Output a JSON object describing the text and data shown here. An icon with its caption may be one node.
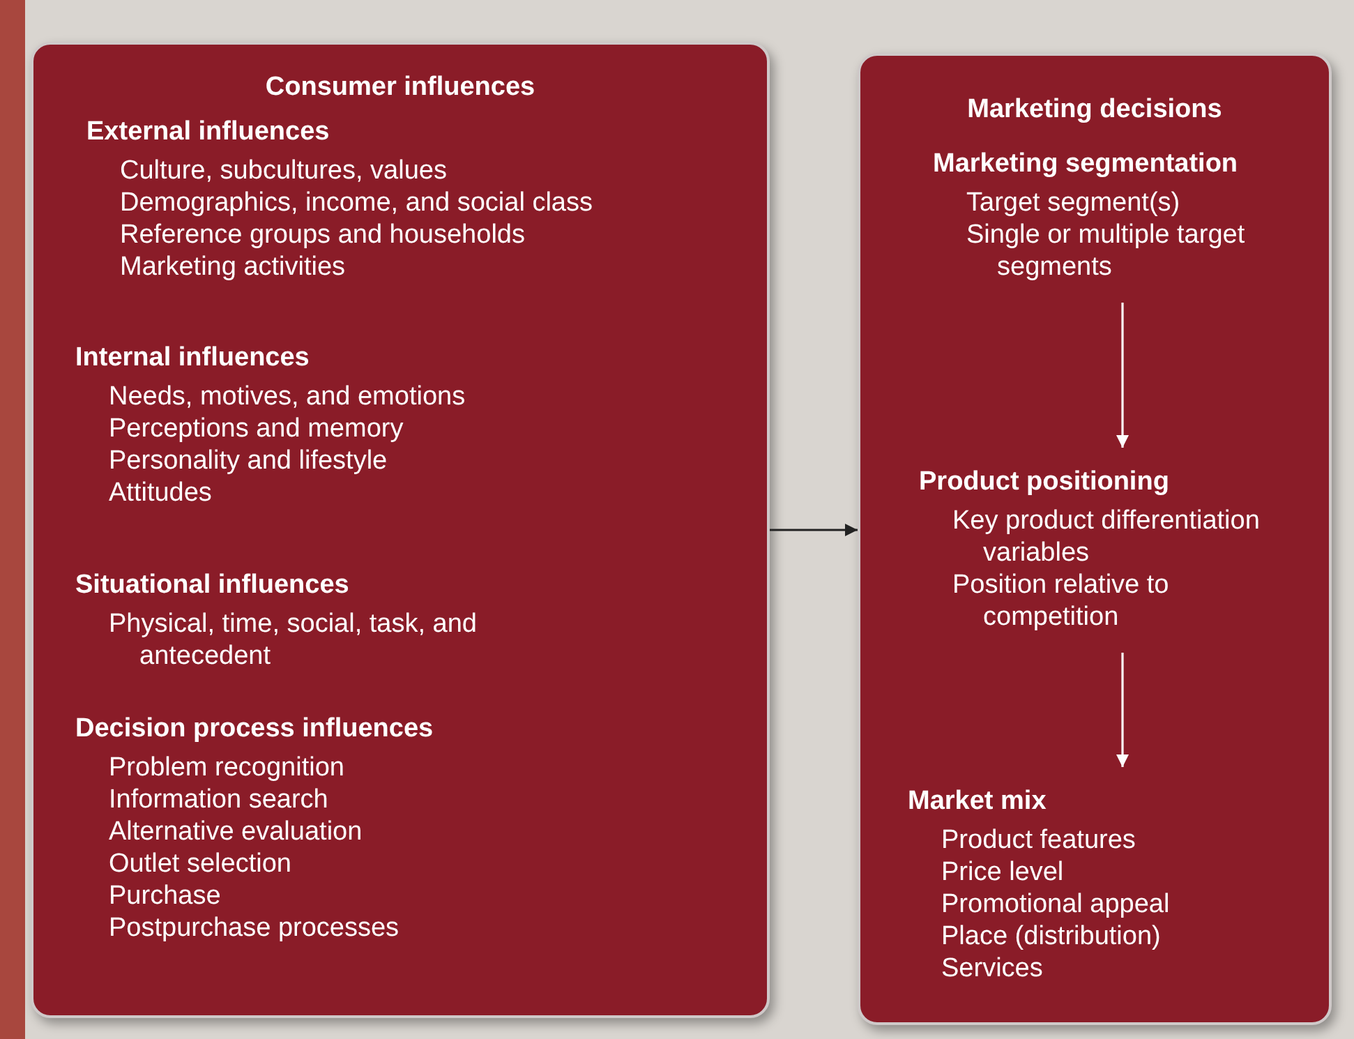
{
  "diagram": {
    "nodes": [
      {
        "text": [
          "Consumer influences"
        ]
      },
      {
        "text": [
          "External influences",
          "Culture, subcultures, values",
          "Demographics, income, and social class",
          "Reference groups and households",
          "Marketing activities"
        ],
        "in": 0
      },
      {
        "text": [
          "Internal influences",
          "Needs, motives, and emotions",
          "Perceptions and memory",
          "Personality and lifestyle",
          "Attitudes"
        ],
        "in": 0
      },
      {
        "text": [
          "Situational influences",
          "Physical, time, social, task, and antecedent"
        ],
        "in": 0
      },
      {
        "text": [
          "Decision process influences",
          "Problem recognition",
          "Information search",
          "Alternative evaluation",
          "Outlet selection",
          "Purchase",
          "Postpurchase processes"
        ],
        "in": 0
      },
      {
        "text": [
          "Marketing decisions"
        ]
      },
      {
        "text": [
          "Marketing segmentation",
          "Target segment(s)",
          "Single or multiple target segments"
        ],
        "in": 5
      },
      {
        "text": [
          "Product positioning",
          "Key product differentiation variables",
          "Position relative to competition"
        ],
        "in": 5
      },
      {
        "text": [
          "Market mix",
          "Product features",
          "Price level",
          "Promotional appeal",
          "Place (distribution)",
          "Services"
        ],
        "in": 5
      }
    ],
    "edges": [
      {
        "from": 0,
        "to": 5,
        "arrow": "to",
        "color": "#222222"
      },
      {
        "from": 6,
        "to": 7,
        "arrow": "to"
      },
      {
        "from": 7,
        "to": 8,
        "arrow": "to"
      }
    ]
  }
}
